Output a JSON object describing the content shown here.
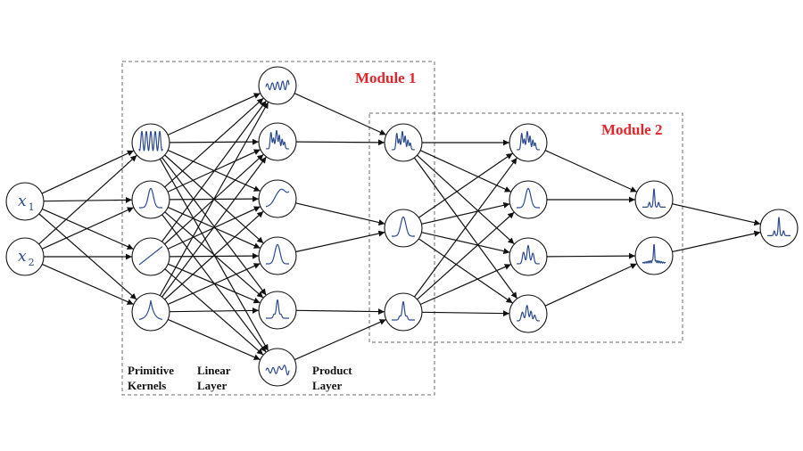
{
  "modules": [
    {
      "label": "Module 1"
    },
    {
      "label": "Module 2"
    }
  ],
  "inputs": [
    {
      "symbol": "x",
      "subscript": "1"
    },
    {
      "symbol": "x",
      "subscript": "2"
    }
  ],
  "layer_captions": {
    "primitive": [
      "Primitive",
      "Kernels"
    ],
    "linear": [
      "Linear",
      "Layer"
    ],
    "product": [
      "Product",
      "Layer"
    ]
  },
  "layers": [
    {
      "id": "input",
      "nodes": [
        "x1",
        "x2"
      ]
    },
    {
      "id": "primitive_kernels",
      "nodes": [
        "periodic",
        "gaussian",
        "linear",
        "peaked"
      ]
    },
    {
      "id": "linear_layer",
      "nodes": [
        "wavy",
        "multi-peak",
        "rising",
        "gaussian",
        "spike",
        "wavy-low"
      ]
    },
    {
      "id": "module1_product",
      "nodes": [
        "multi-peak",
        "gaussian",
        "spike"
      ]
    },
    {
      "id": "module2_linear",
      "nodes": [
        "multi-peak",
        "gaussian",
        "tri-peak",
        "mixed"
      ]
    },
    {
      "id": "module2_product",
      "nodes": [
        "spike-peaks",
        "spike-noisy"
      ]
    },
    {
      "id": "output",
      "nodes": [
        "spike-peaks"
      ]
    }
  ],
  "colors": {
    "curve": "#2c4a8e",
    "module_label": "#e3262b",
    "edge": "#111111",
    "box": "#6b6b6b"
  }
}
